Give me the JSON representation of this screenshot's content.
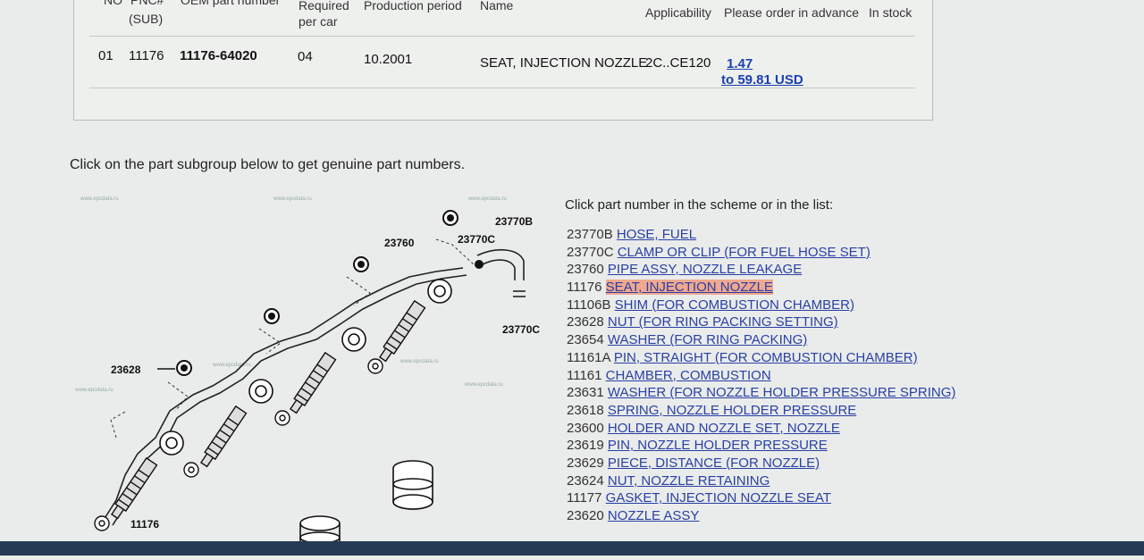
{
  "table": {
    "headers": {
      "no": "NO",
      "pnc": "PNC#",
      "sub": "(SUB)",
      "oem": "OEM part number",
      "required": "Required",
      "per_car": "per car",
      "period": "Production period",
      "name": "Name",
      "applicability": "Applicability",
      "order": "Please order in advance",
      "stock": "In stock"
    },
    "row": {
      "no": "01",
      "pnc": "11176",
      "oem": "11176-64020",
      "required": "04",
      "period": "10.2001",
      "name": "SEAT, INJECTION NOZZLE",
      "applicability": "2C..CE120",
      "price_line1": "1.47",
      "price_line2": "to 59.81 USD"
    }
  },
  "instruction": "Click on the part subgroup below to get genuine part numbers.",
  "scheme": {
    "labels": {
      "l23770b": "23770B",
      "l23760": "23760",
      "l23770c_top": "23770C",
      "l23770c_mid": "23770C",
      "l23628": "23628",
      "l11176": "11176"
    },
    "watermark": "www.epcdata.ru"
  },
  "list_title": "Click part number in the scheme or in the list:",
  "parts": [
    {
      "pn": "23770B",
      "name": "HOSE, FUEL"
    },
    {
      "pn": "23770C",
      "name": "CLAMP OR CLIP (FOR FUEL HOSE SET)"
    },
    {
      "pn": "23760",
      "name": "PIPE ASSY, NOZZLE LEAKAGE"
    },
    {
      "pn": "11176",
      "name": "SEAT, INJECTION NOZZLE"
    },
    {
      "pn": "11106B",
      "name": "SHIM (FOR COMBUSTION CHAMBER)"
    },
    {
      "pn": "23628",
      "name": "NUT (FOR RING PACKING SETTING)"
    },
    {
      "pn": "23654",
      "name": "WASHER (FOR RING PACKING)"
    },
    {
      "pn": "11161A",
      "name": "PIN, STRAIGHT (FOR COMBUSTION CHAMBER)"
    },
    {
      "pn": "11161",
      "name": "CHAMBER, COMBUSTION"
    },
    {
      "pn": "23631",
      "name": "WASHER (FOR NOZZLE HOLDER PRESSURE SPRING)"
    },
    {
      "pn": "23618",
      "name": "SPRING, NOZZLE HOLDER PRESSURE"
    },
    {
      "pn": "23600",
      "name": "HOLDER AND NOZZLE SET, NOZZLE"
    },
    {
      "pn": "23619",
      "name": "PIN, NOZZLE HOLDER PRESSURE"
    },
    {
      "pn": "23629",
      "name": "PIECE, DISTANCE (FOR NOZZLE)"
    },
    {
      "pn": "23624",
      "name": "NUT, NOZZLE RETAINING"
    },
    {
      "pn": "11177",
      "name": "GASKET, INJECTION NOZZLE SEAT"
    },
    {
      "pn": "23620",
      "name": "NOZZLE ASSY"
    }
  ],
  "highlight_index": 3
}
